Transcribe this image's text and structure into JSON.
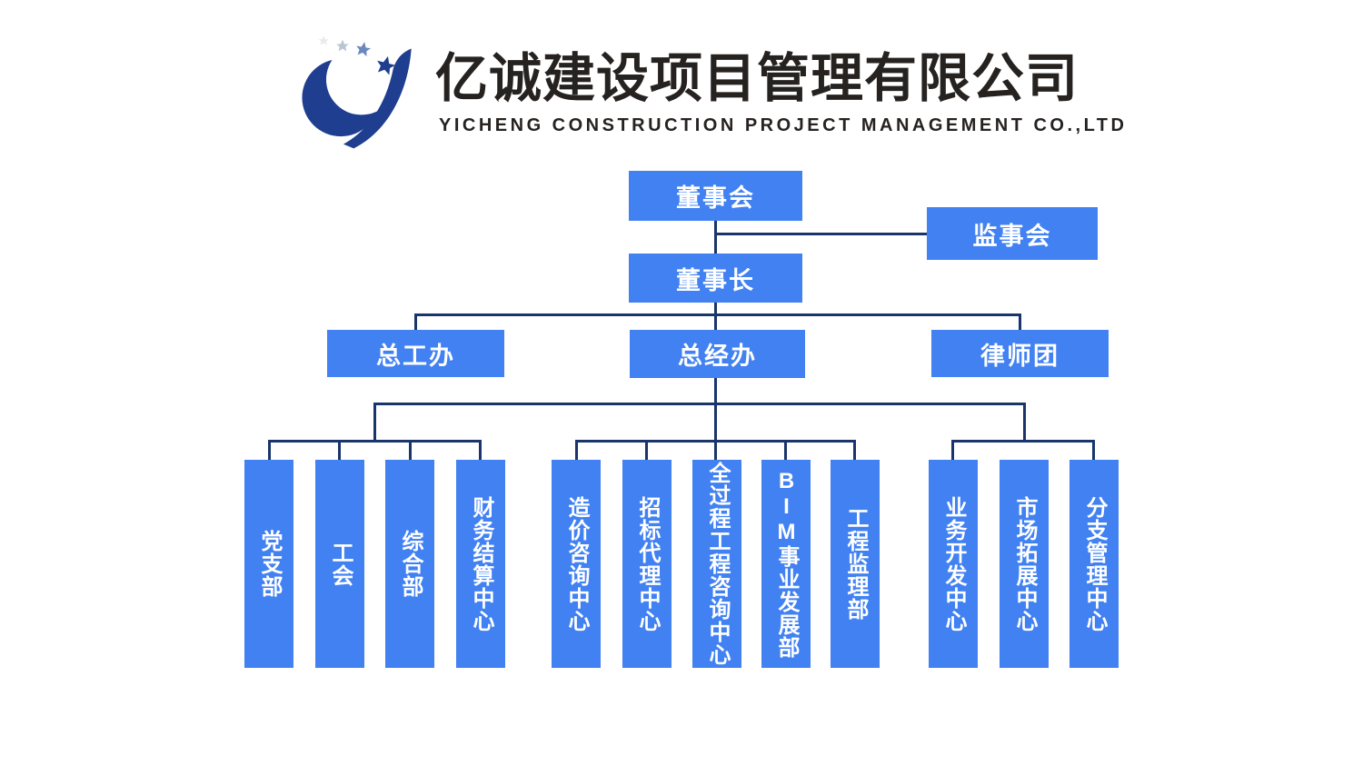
{
  "header": {
    "company_name_zh": "亿诚建设项目管理有限公司",
    "company_name_en": "YICHENG CONSTRUCTION PROJECT MANAGEMENT CO.,LTD",
    "logo_icon": "yicheng-swoosh-stars-logo"
  },
  "colors": {
    "box_blue": "#4181F2",
    "line_navy": "#1A356B",
    "title_ink": "#262220",
    "logo_navy": "#1F3E8F",
    "box_text": "#FFFFFF"
  },
  "org": {
    "board": {
      "label": "董事会"
    },
    "supervisors": {
      "label": "监事会"
    },
    "chairman": {
      "label": "董事长"
    },
    "level3": [
      {
        "label": "总工办"
      },
      {
        "label": "总经办"
      },
      {
        "label": "律师团"
      }
    ],
    "groups": [
      {
        "items": [
          "党支部",
          "工会",
          "综合部",
          "财务结算中心"
        ]
      },
      {
        "items": [
          "造价咨询中心",
          "招标代理中心",
          "全过程工程咨询中心",
          "BIM事业发展部",
          "工程监理部"
        ]
      },
      {
        "items": [
          "业务开发中心",
          "市场拓展中心",
          "分支管理中心"
        ]
      }
    ]
  }
}
